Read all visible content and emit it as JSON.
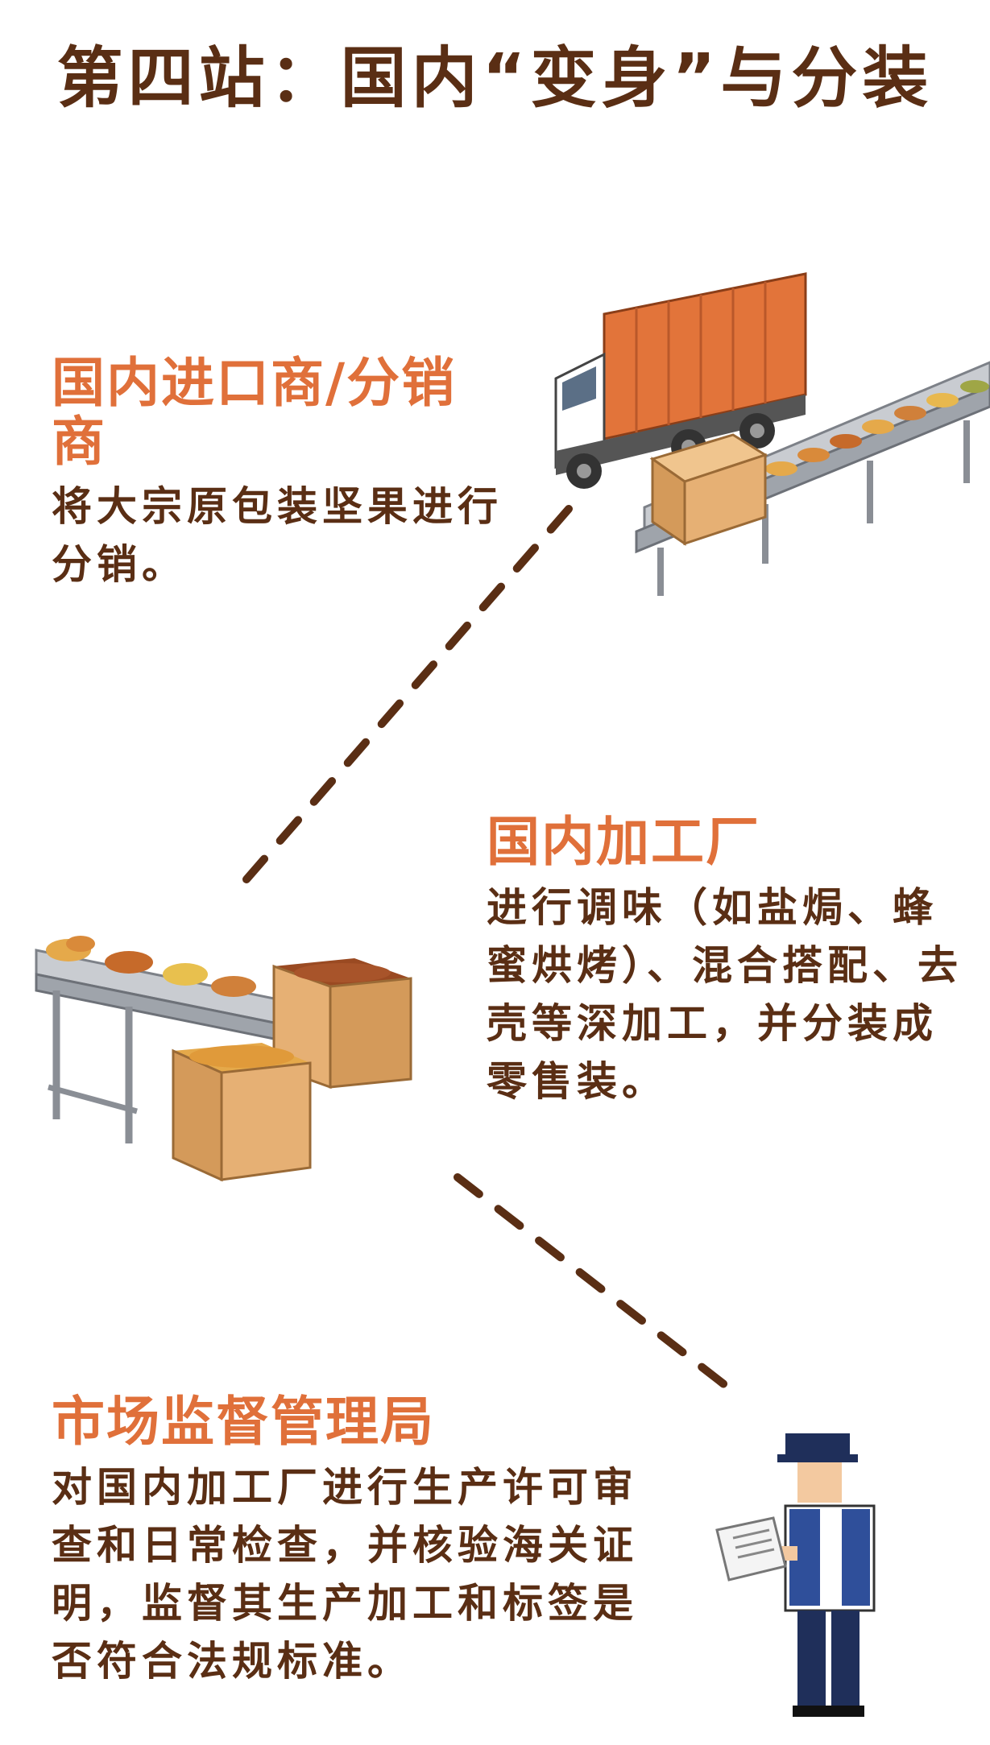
{
  "title": "第四站：国内“变身”与分装",
  "colors": {
    "title": "#5a2e14",
    "heading": "#e0703a",
    "body": "#5a2e14",
    "connector": "#5a2e14"
  },
  "stations": [
    {
      "title": "国内进口商/分销商",
      "description": "将大宗原包装坚果进行分销。",
      "illustration": "truck-and-conveyor"
    },
    {
      "title": "国内加工厂",
      "description": "进行调味（如盐焗、蜂蜜烘烤）、混合搭配、去壳等深加工，并分装成零售装。",
      "illustration": "conveyor-and-nut-boxes"
    },
    {
      "title": "市场监督管理局",
      "description": "对国内加工厂进行生产许可审查和日常检查，并核验海关证明，监督其生产加工和标签是否符合法规标准。",
      "illustration": "inspector-with-clipboard"
    }
  ]
}
